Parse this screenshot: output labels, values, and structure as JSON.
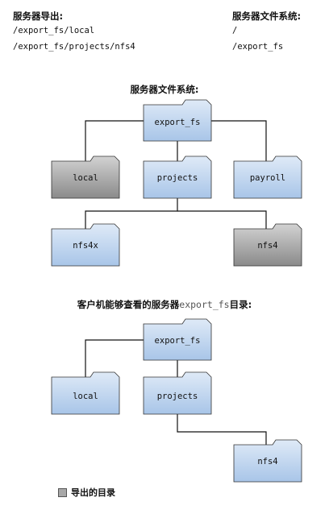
{
  "exports": {
    "title": "服务器导出:",
    "paths": [
      "/export_fs/local",
      "/export_fs/projects/nfs4"
    ]
  },
  "server_fs": {
    "title": "服务器文件系统:",
    "paths": [
      "/",
      "/export_fs"
    ]
  },
  "diagram1": {
    "title": "服务器文件系统:",
    "nodes": {
      "export_fs": "export_fs",
      "local": "local",
      "projects": "projects",
      "payroll": "payroll",
      "nfs4x": "nfs4x",
      "nfs4": "nfs4"
    }
  },
  "diagram2": {
    "title_prefix": "客户机能够查看的服务器",
    "title_code": "export_fs",
    "title_suffix": "目录:",
    "nodes": {
      "export_fs": "export_fs",
      "local": "local",
      "projects": "projects",
      "nfs4": "nfs4"
    }
  },
  "legend": {
    "label": "导出的目录"
  },
  "colors": {
    "folder_blue_light": "#dbe8f6",
    "folder_blue_dark": "#a9c6e8",
    "folder_gray_light": "#cfcfcf",
    "folder_gray_dark": "#8c8c8c",
    "line": "#111111"
  }
}
